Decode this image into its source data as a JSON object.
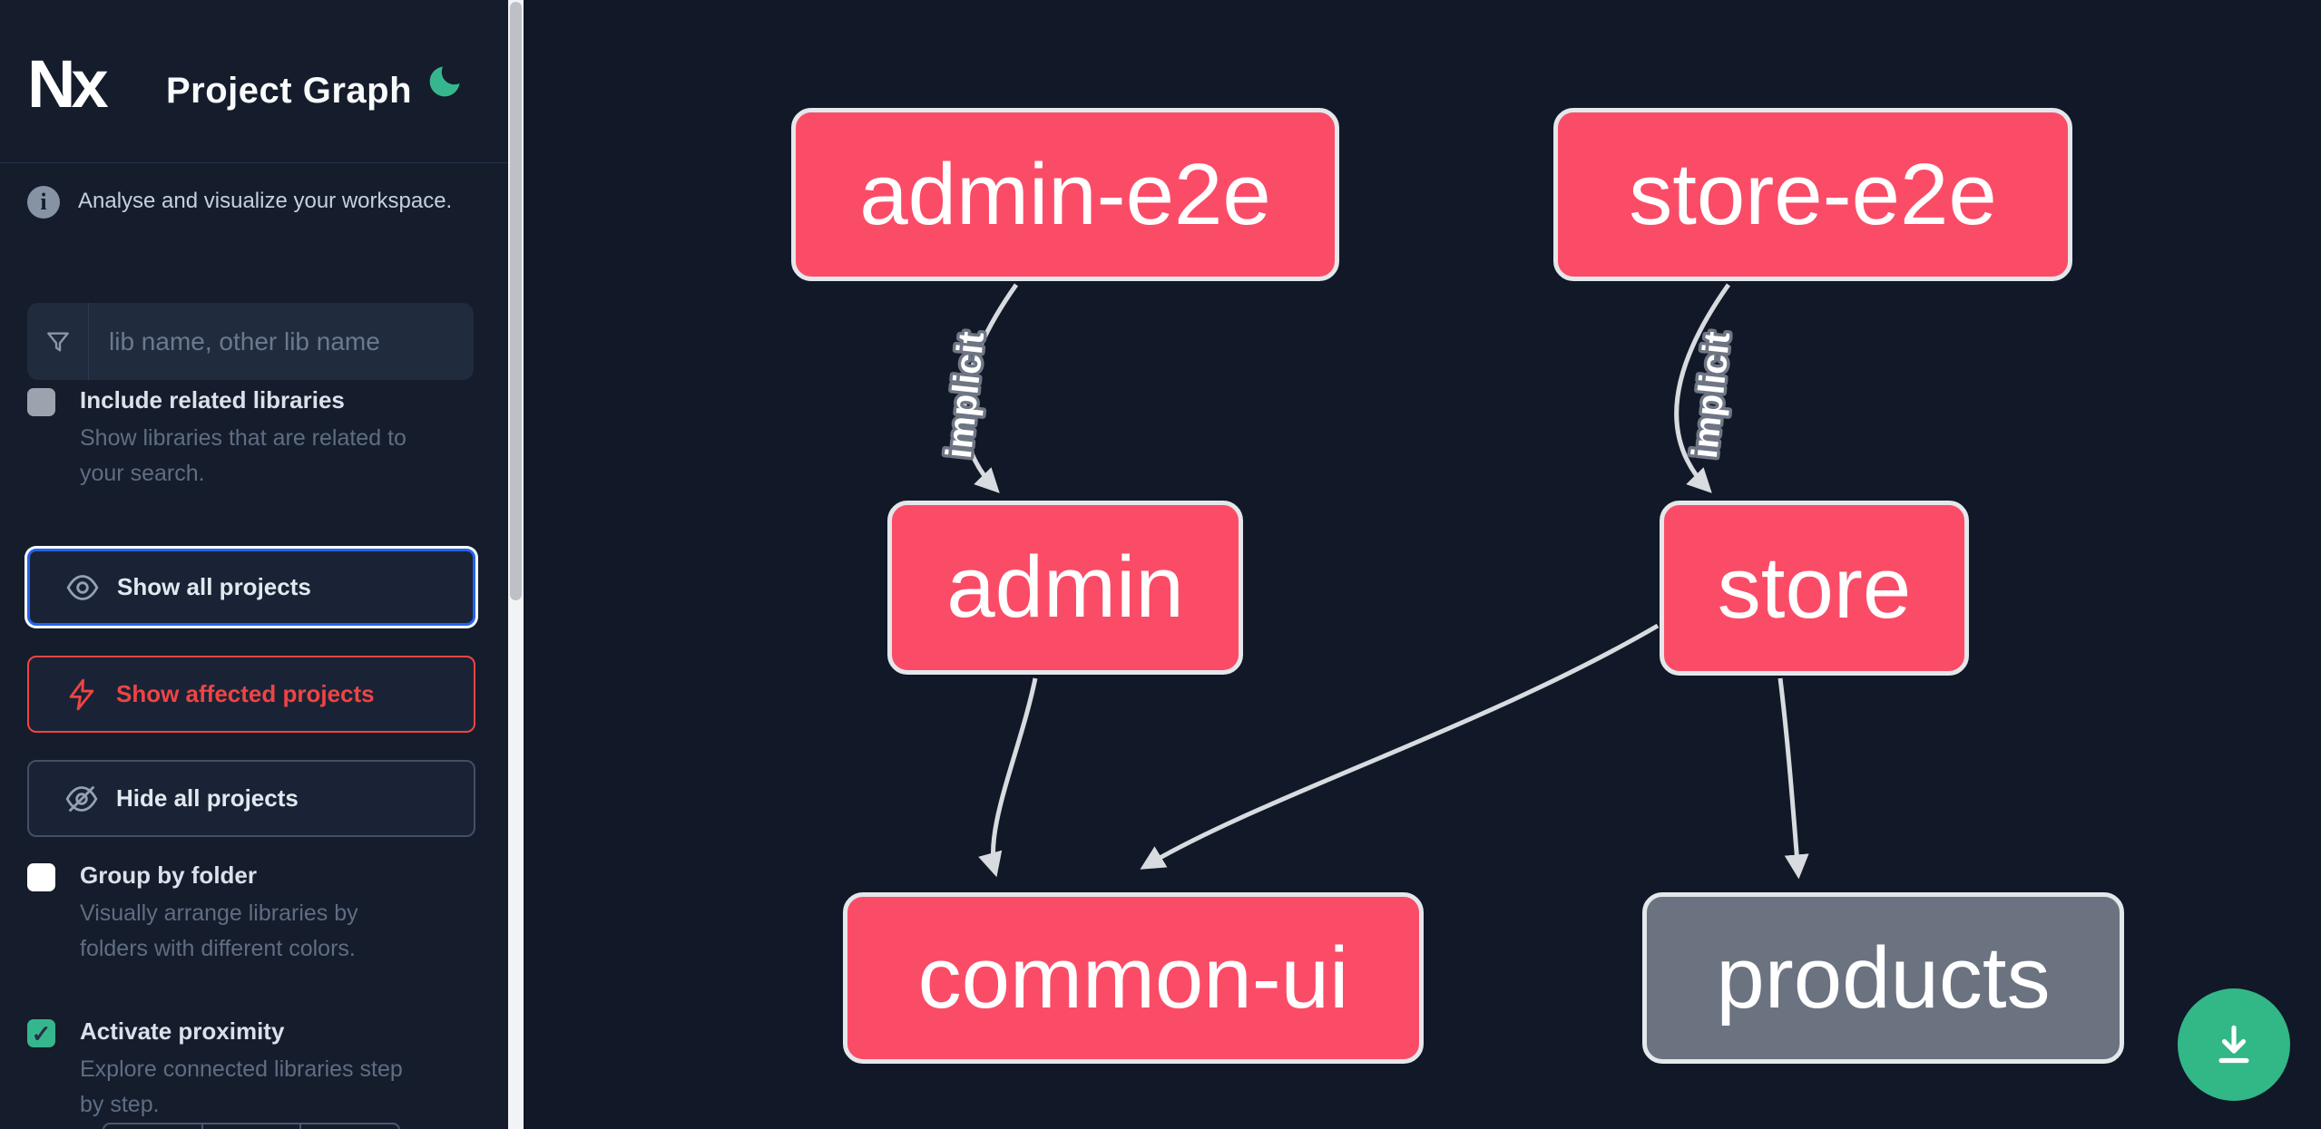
{
  "app": {
    "logo_text": "Nx",
    "title": "Project Graph",
    "theme_icon": "moon-icon",
    "accent_green": "#36b68c"
  },
  "sidebar": {
    "tagline": "Analyse and visualize your workspace.",
    "search": {
      "icon": "filter-icon",
      "placeholder": "lib name, other lib name",
      "value": ""
    },
    "include_related": {
      "label": "Include related libraries",
      "description": "Show libraries that are related to\nyour search.",
      "checked": false,
      "disabled": true
    },
    "actions": [
      {
        "label": "Show all projects",
        "icon": "eye-icon",
        "focused": true
      },
      {
        "label": "Show affected projects",
        "icon": "lightning-icon",
        "variant": "affected"
      },
      {
        "label": "Hide all projects",
        "icon": "eye-off-icon"
      }
    ],
    "group_by_folder": {
      "label": "Group by folder",
      "description": "Visually arrange libraries by\nfolders with different colors.",
      "checked": false
    },
    "activate_proximity": {
      "label": "Activate proximity",
      "description": "Explore connected libraries step\nby step.",
      "checked": true,
      "checkmark": "✓"
    }
  },
  "graph": {
    "nodes": [
      {
        "label": "admin-e2e",
        "type": "affected"
      },
      {
        "label": "store-e2e",
        "type": "affected"
      },
      {
        "label": "admin",
        "type": "affected"
      },
      {
        "label": "store",
        "type": "affected"
      },
      {
        "label": "common-ui",
        "type": "affected"
      },
      {
        "label": "products",
        "type": "normal"
      }
    ],
    "edges": [
      {
        "from": "admin-e2e",
        "to": "admin",
        "label": "implicit"
      },
      {
        "from": "store-e2e",
        "to": "store",
        "label": "implicit"
      },
      {
        "from": "admin",
        "to": "common-ui",
        "label": ""
      },
      {
        "from": "store",
        "to": "common-ui",
        "label": ""
      },
      {
        "from": "store",
        "to": "products",
        "label": ""
      }
    ]
  },
  "download": {
    "icon": "download-icon"
  },
  "colors": {
    "affected_node": "#fb4c67",
    "normal_node": "#6b7380",
    "edge": "#d8dbdf",
    "focus_blue": "#2563eb",
    "alert_red": "#ef4444",
    "download_green": "#32b786"
  }
}
